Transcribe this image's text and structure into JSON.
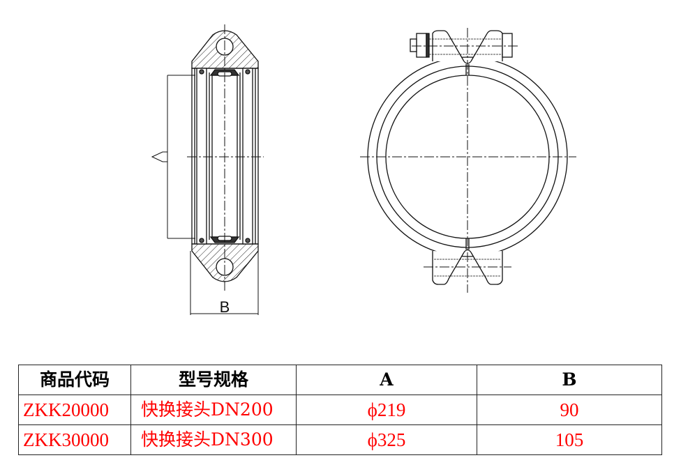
{
  "drawing": {
    "dimension_labels": {
      "width": "B"
    }
  },
  "table": {
    "headers": [
      "商品代码",
      "型号规格",
      "A",
      "B"
    ],
    "rows": [
      [
        "ZKK20000",
        "快换接头DN200",
        "ϕ219",
        "90"
      ],
      [
        "ZKK30000",
        "快换接头DN300",
        "ϕ325",
        "105"
      ]
    ],
    "data_color": "#ff0000"
  }
}
